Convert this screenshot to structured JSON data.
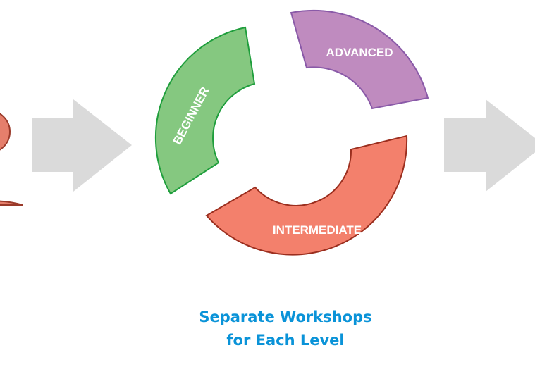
{
  "segments": [
    {
      "label": "BEGINNER",
      "fill": "#85c880",
      "stroke": "#1f9e3c"
    },
    {
      "label": "ADVANCED",
      "fill": "#bf8bbf",
      "stroke": "#8a5aa8"
    },
    {
      "label": "INTERMEDIATE",
      "fill": "#f3806c",
      "stroke": "#9b2e1e"
    }
  ],
  "person": {
    "fill": "#e57f6c",
    "stroke": "#9a3a2a",
    "icon": "person-icon"
  },
  "arrows": {
    "fill": "#dadada"
  },
  "caption": {
    "line1": "Separate Workshops",
    "line2": "for Each Level",
    "color": "#0a93d8"
  }
}
